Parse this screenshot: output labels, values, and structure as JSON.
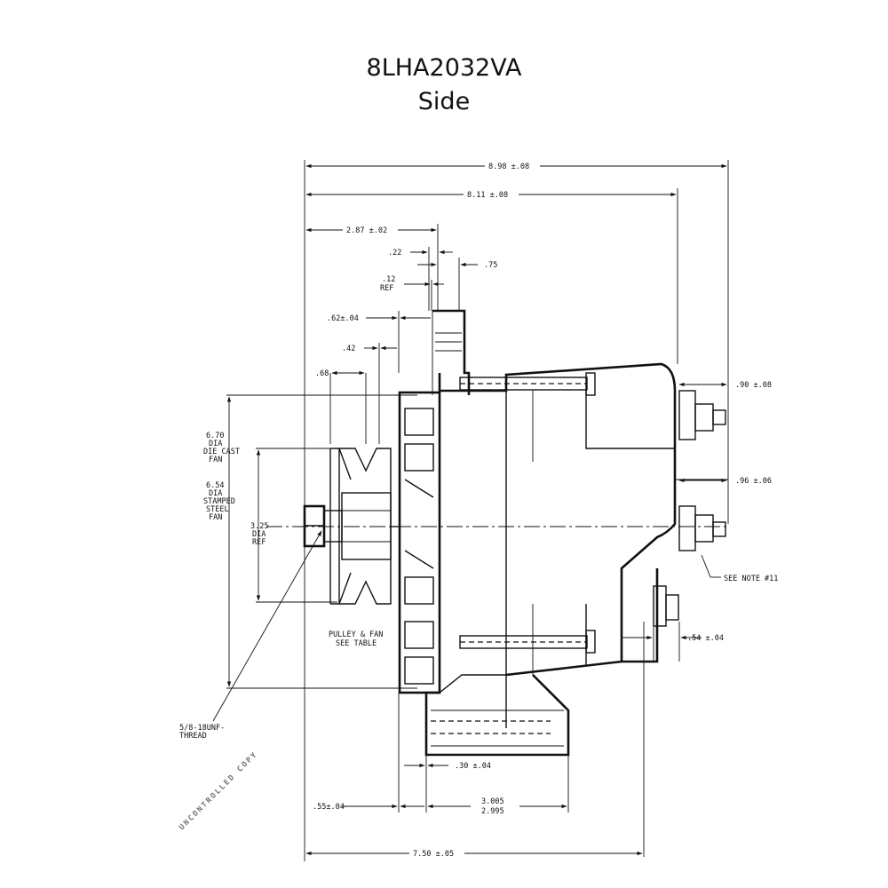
{
  "header": {
    "title": "8LHA2032VA",
    "subtitle": "Side"
  },
  "dimensions": {
    "overall_length": "8.98 ±.08",
    "body_length": "8.11 ±.08",
    "pulley_to_flange": "2.87 ±.02",
    "flange_thickness": ".22",
    "ear_width": ".75",
    "ref_12": ".12",
    "ref_word": "REF",
    "dim_62": ".62±.04",
    "dim_42": ".42",
    "dim_68": ".68",
    "terminal_top": ".90 ±.08",
    "terminal_mid": ".96 ±.06",
    "terminal_low": ".54 ±.04",
    "foot_width": ".30 ±.04",
    "foot_offset": ".55±.04",
    "foot_length_max": "3.005",
    "foot_length_min": "2.995",
    "base_length": "7.50 ±.05"
  },
  "labels": {
    "fan_die_cast": [
      "6.70",
      "DIA",
      "DIE CAST",
      "FAN"
    ],
    "fan_stamped": [
      "6.54",
      "DIA",
      "STAMPED",
      "STEEL",
      "FAN"
    ],
    "pulley_ref": [
      "3.25",
      "DIA",
      "REF"
    ],
    "thread_note": [
      "5/8-18UNF-",
      "THREAD"
    ],
    "pulley_fan_note": [
      "PULLEY & FAN",
      "SEE TABLE"
    ],
    "see_note": "SEE NOTE #11"
  },
  "watermark": "UNCONTROLLED COPY"
}
